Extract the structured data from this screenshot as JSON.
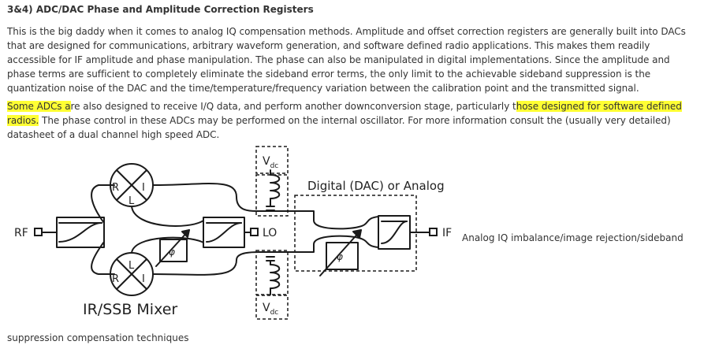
{
  "section": {
    "title": "3&4) ADC/DAC Phase and Amplitude Correction Registers",
    "paragraph1": "This is the big daddy when it comes to analog IQ compensation methods. Amplitude and offset correction registers are generally built into DACs that are designed for communications, arbitrary waveform generation, and software defined radio applications. This makes them readily accessible for IF amplitude and phase manipulation. The phase can also be manipulated in digital implementations. Since the amplitude and phase terms are sufficient to completely eliminate the sideband error terms, the only limit to the achievable sideband suppression is the quantization noise of the DAC and the time/temperature/frequency variation between the calibration point and the transmitted signal.",
    "p2_hl1": "Some ADCs a",
    "p2_t1": "re also designed to receive I/Q data, and perform another downconversion stage, particularly t",
    "p2_hl2": "hose designed for software defined radios.",
    "p2_t2": " The phase control in these ADCs may be performed on the internal oscillator. For more information consult the (usually very detailed) datasheet of a dual channel high speed ADC."
  },
  "diagram": {
    "rf_label": "RF",
    "lo_label": "LO",
    "if_label": "IF",
    "vdc_top": "V",
    "vdc_top_sub": "dc",
    "vdc_bottom": "V",
    "vdc_bottom_sub": "dc",
    "digital_label": "Digital (DAC) or Analog",
    "mixer_label": "IR/SSB Mixer",
    "mixer_top_r": "R",
    "mixer_top_i": "I",
    "mixer_top_l": "L",
    "mixer_bot_r": "R",
    "mixer_bot_i": "I",
    "mixer_bot_l": "L",
    "phi_left": "φ",
    "phi_right": "φ"
  },
  "image_caption": "Analog IQ imbalance/image rejection/sideband",
  "footer_text": "suppression compensation techniques",
  "colors": {
    "highlight": "#ffff33",
    "text": "#333333"
  }
}
